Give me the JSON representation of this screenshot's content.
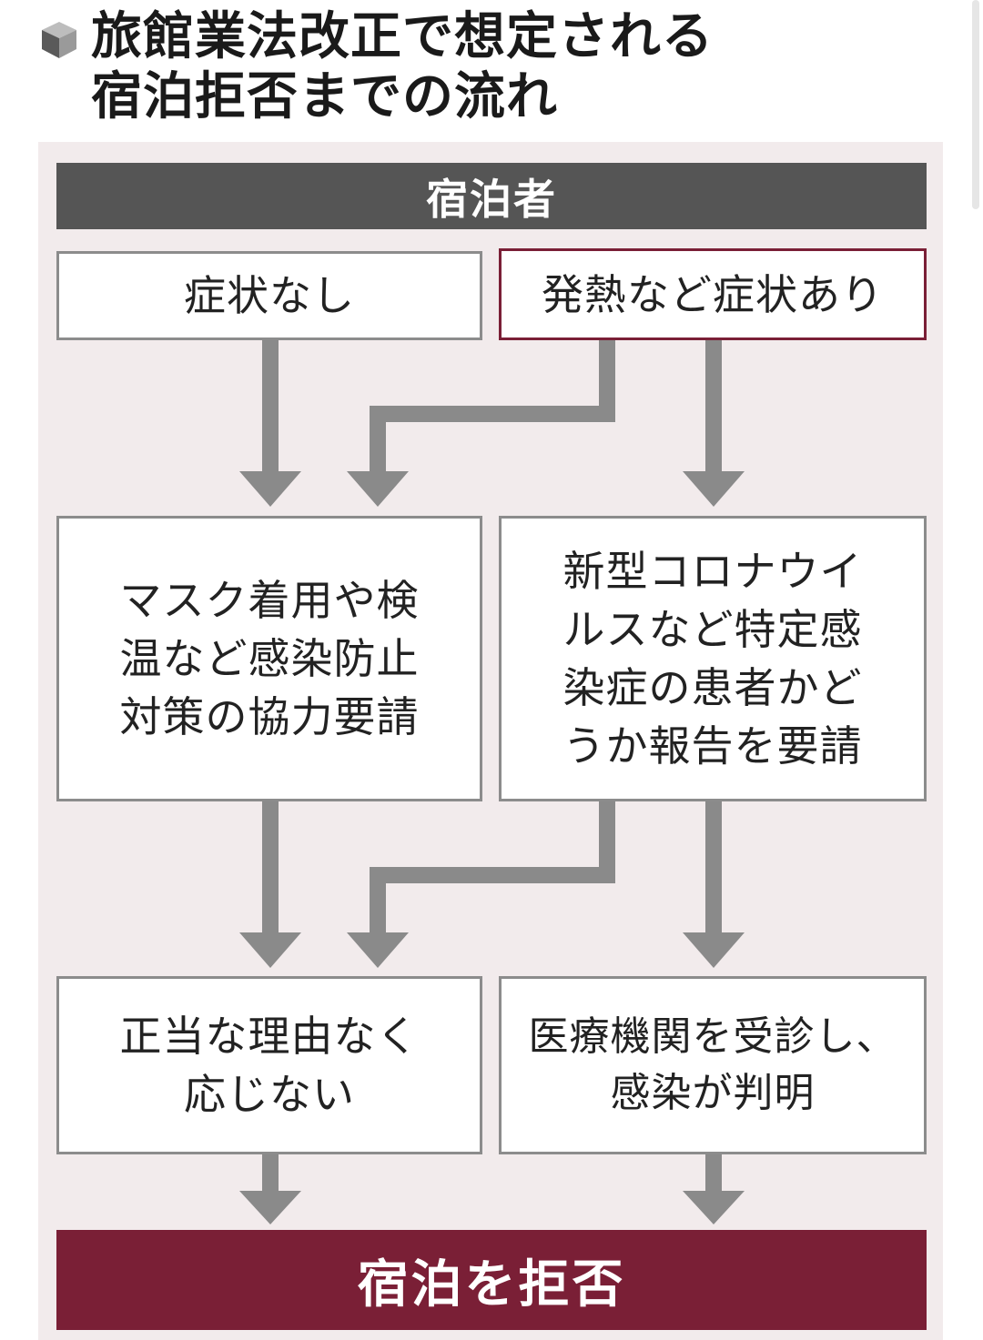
{
  "title": {
    "line1": "旅館業法改正で想定される",
    "line2": "宿泊拒否までの流れ"
  },
  "title_icon": "cube-icon",
  "flow": {
    "guest": "宿泊者",
    "no_symptoms": "症状なし",
    "symptoms": "発熱など症状あり",
    "infection_measures": "マスク着用や検\n温など感染防止\n対策の協力要請",
    "report_request": "新型コロナウイ\nルスなど特定感\n染症の患者かど\nうか報告を要請",
    "refuse_without_reason": "正当な理由なく\n応じない",
    "infection_confirmed": "医療機関を受診し、\n感染が判明",
    "refuse_stay": "宿泊を拒否"
  },
  "colors": {
    "panel_bg": "#f2ebec",
    "header_bar": "#555555",
    "accent": "#7a1f36",
    "arrow": "#8a8a8a"
  }
}
